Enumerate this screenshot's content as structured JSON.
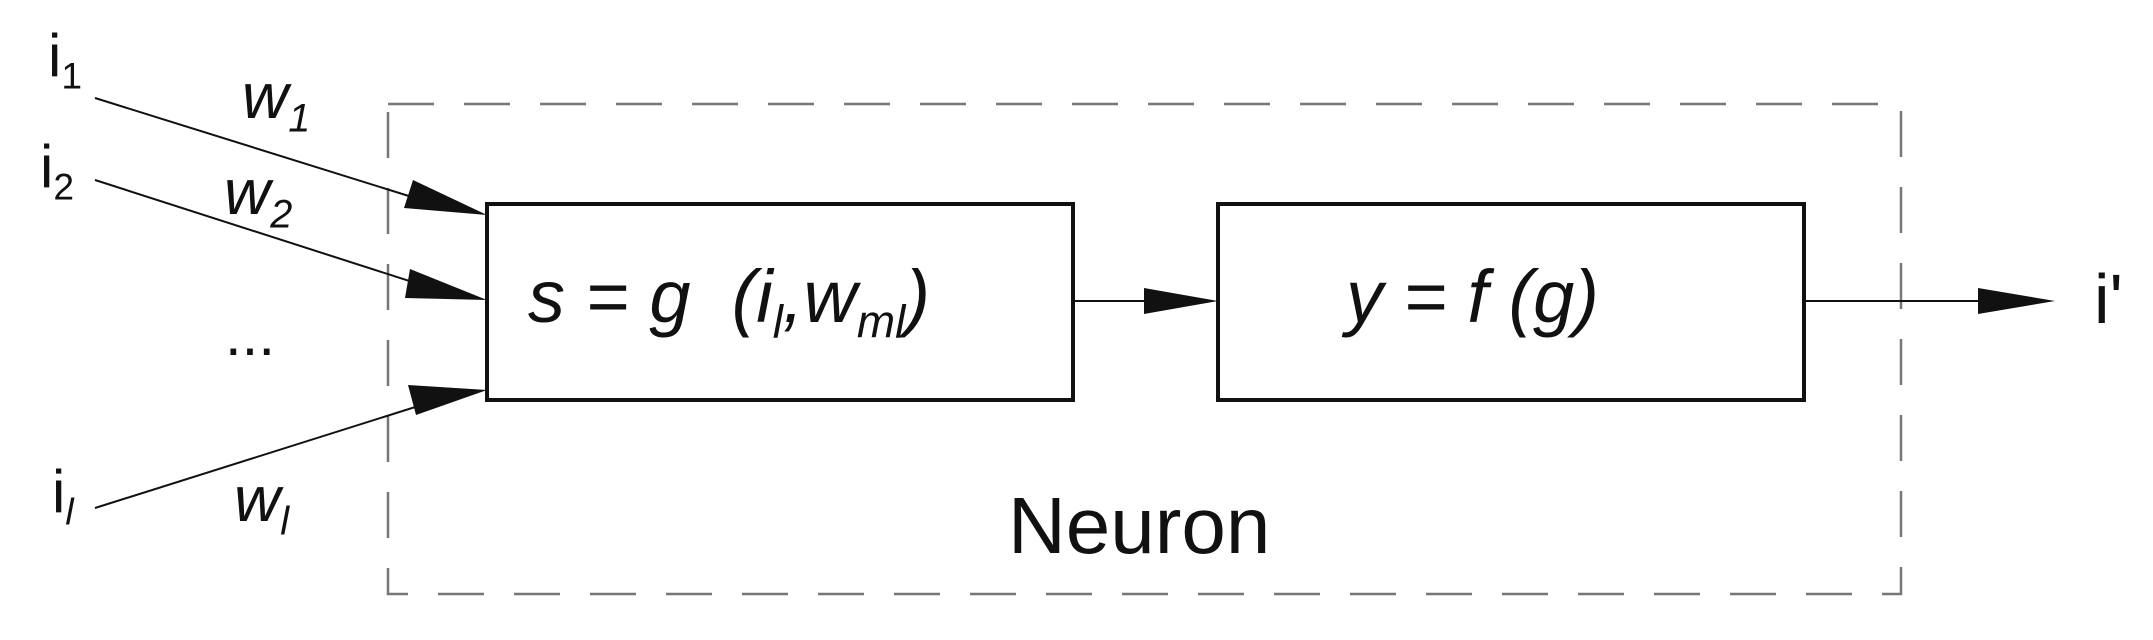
{
  "inputs": [
    {
      "base": "i",
      "sub": "1"
    },
    {
      "base": "i",
      "sub": "2"
    },
    {
      "base": "i",
      "sub": "l"
    }
  ],
  "ellipsis": "...",
  "weights": [
    {
      "base": "w",
      "sub": "1"
    },
    {
      "base": "w",
      "sub": "2"
    },
    {
      "base": "w",
      "sub": "l"
    }
  ],
  "aggregation_box": {
    "lhs": "s = g",
    "arg_open": "(i",
    "arg_i_sub": "l",
    "arg_sep": ",w",
    "arg_w_sub": "ml",
    "arg_close": ")"
  },
  "activation_box": {
    "text": "y = f (g)"
  },
  "neuron_label": "Neuron",
  "output_label": "i'",
  "colors": {
    "ink": "#111111",
    "dashed_frame": "#777777",
    "background": "#ffffff"
  }
}
